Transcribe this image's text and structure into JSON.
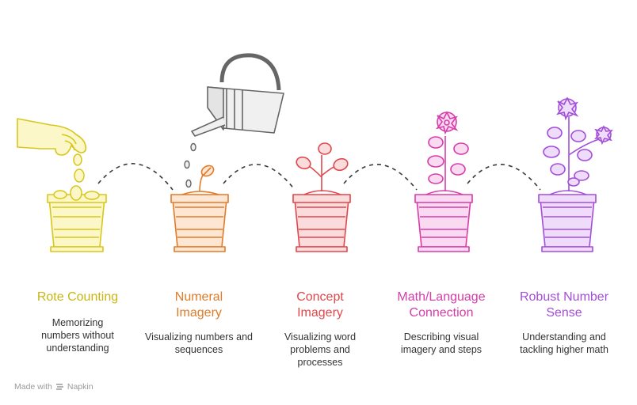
{
  "stages": [
    {
      "title": "Rote Counting",
      "description": "Memorizing numbers without understanding",
      "color": "#D9C61B"
    },
    {
      "title": "Numeral Imagery",
      "description": "Visualizing numbers and sequences",
      "color": "#E07B2A"
    },
    {
      "title": "Concept Imagery",
      "description": "Visualizing word problems and processes",
      "color": "#E0474C"
    },
    {
      "title": "Math/Language Connection",
      "description": "Describing visual imagery and steps",
      "color": "#D63DAA"
    },
    {
      "title": "Robust Number Sense",
      "description": "Understanding and tackling higher math",
      "color": "#A24FD8"
    }
  ],
  "footer": {
    "made_with": "Made with",
    "brand": "Napkin",
    "icon": "napkin-logo-icon"
  },
  "icons": [
    "hand-icon",
    "coin-icon",
    "watering-can-icon",
    "water-drop-icon",
    "plant-pot-icon",
    "sprout-icon",
    "flower-icon"
  ],
  "colors": {
    "line": "#333333",
    "gray_can": "#666666"
  }
}
